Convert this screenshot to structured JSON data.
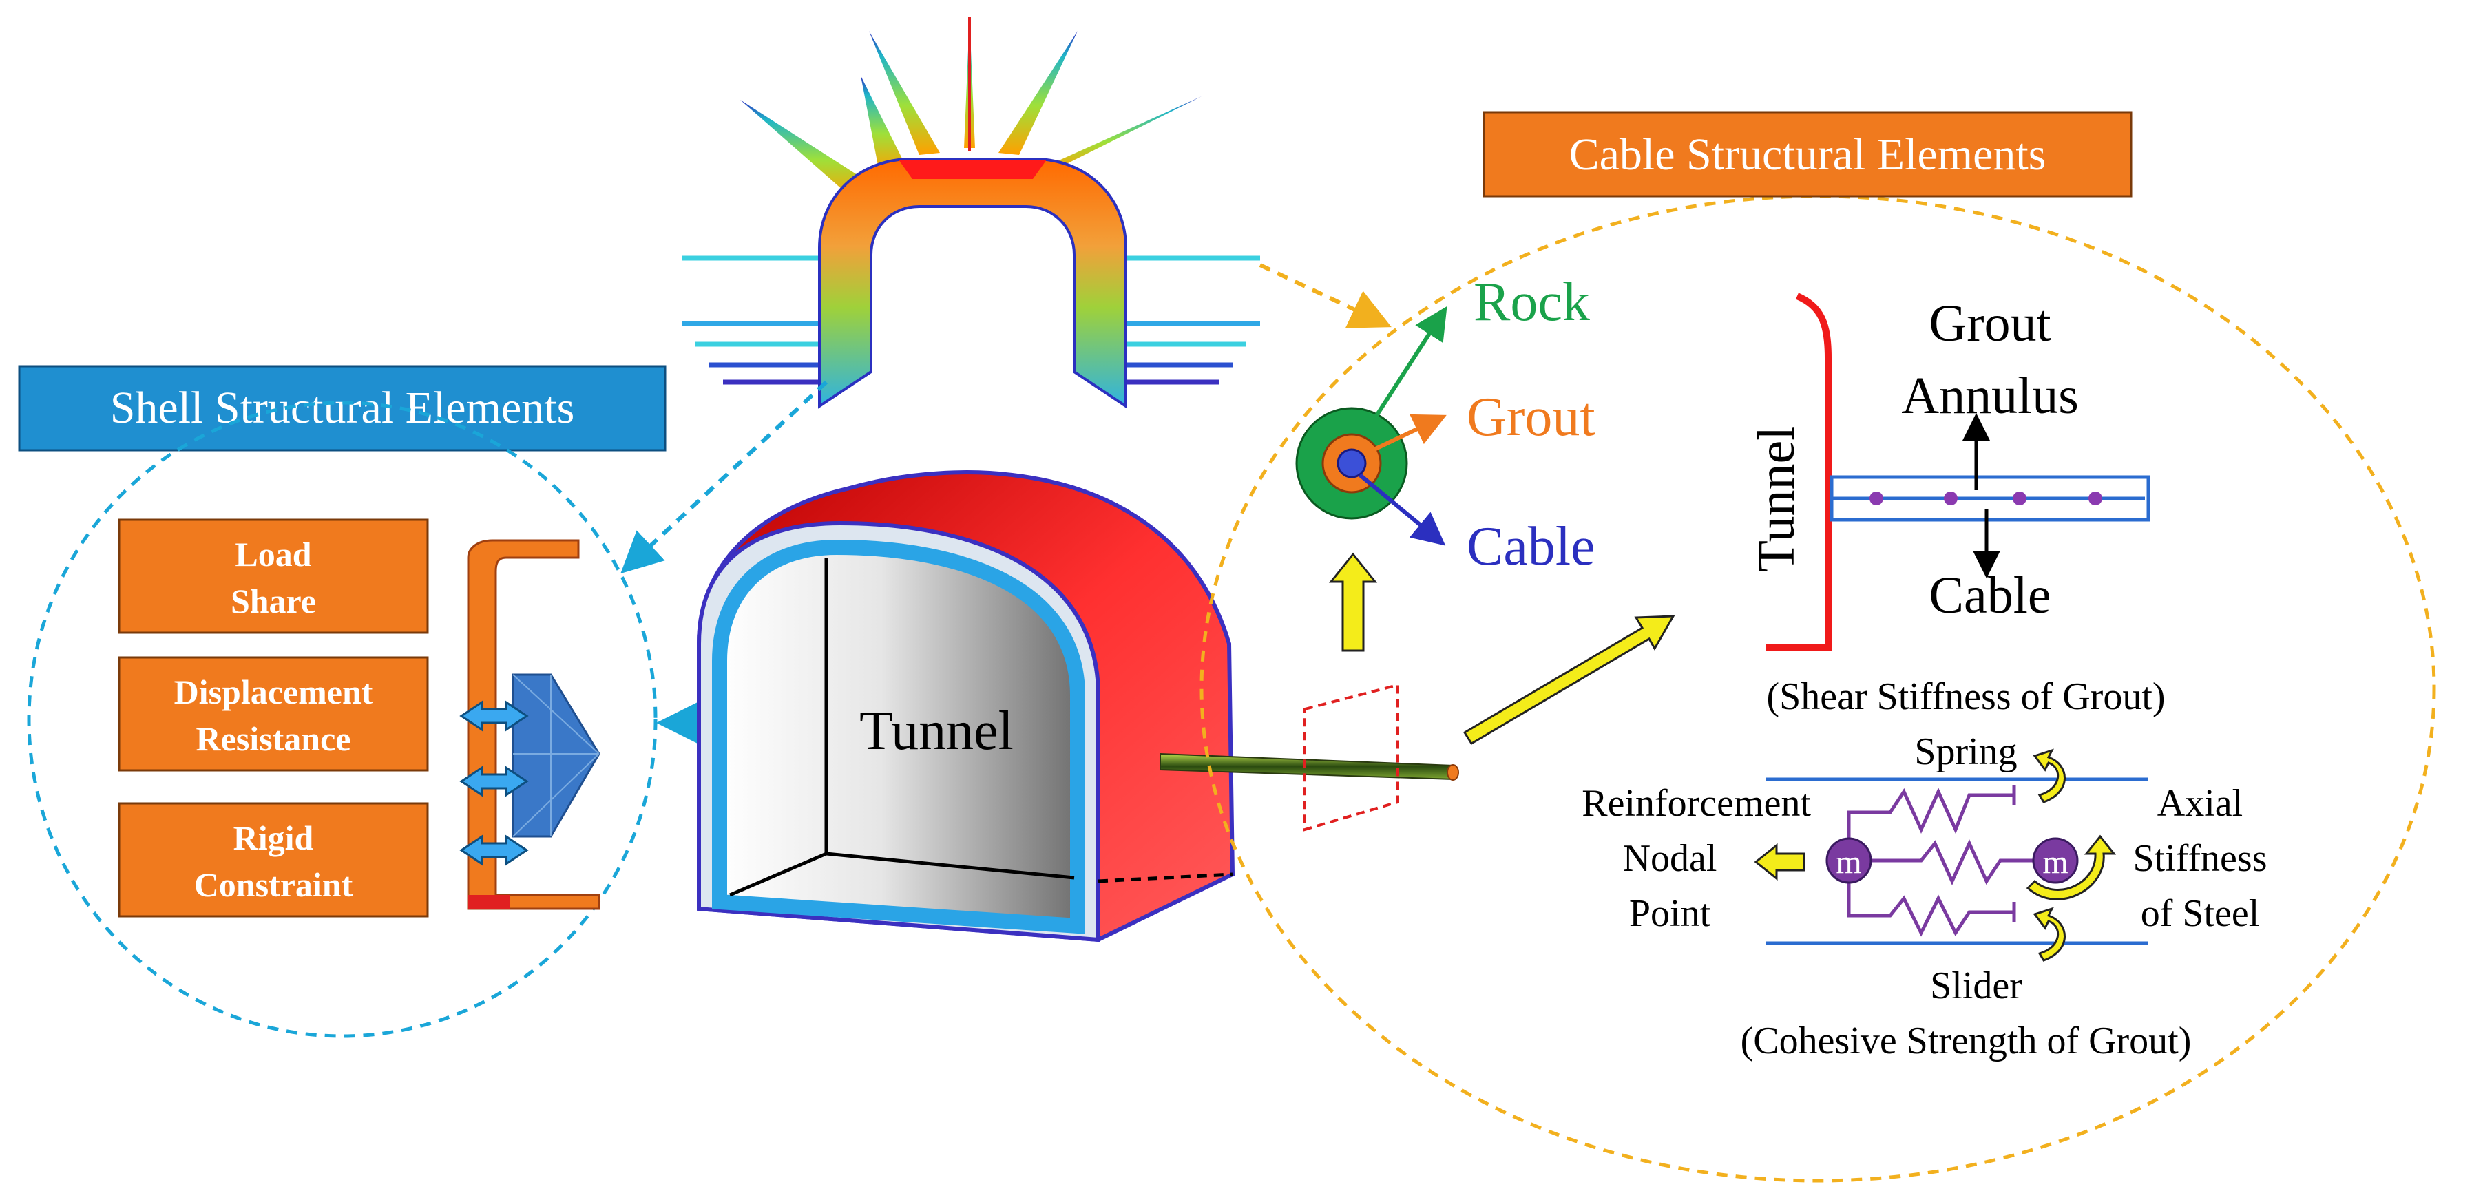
{
  "shell": {
    "title": "Shell Structural Elements",
    "boxes": [
      {
        "line1": "Load",
        "line2": "Share"
      },
      {
        "line1": "Displacement",
        "line2": "Resistance"
      },
      {
        "line1": "Rigid",
        "line2": "Constraint"
      }
    ]
  },
  "tunnel_label": "Tunnel",
  "cable_section": {
    "title": "Cable Structural Elements",
    "cross_section": {
      "rock": "Rock",
      "grout": "Grout",
      "cable": "Cable"
    },
    "schematic": {
      "tunnel": "Tunnel",
      "grout_line1": "Grout",
      "grout_line2": "Annulus",
      "cable": "Cable"
    },
    "mechanics": {
      "shear_label": "(Shear Stiffness of Grout)",
      "spring": "Spring",
      "reinforcement": "Reinforcement",
      "nodal": "Nodal",
      "point": "Point",
      "axial": "Axial",
      "stiffness": "Stiffness",
      "of_steel": "of Steel",
      "mass_symbol": "m",
      "slider": "Slider",
      "cohesive_label": "(Cohesive Strength of Grout)"
    }
  },
  "colors": {
    "shell_title_bg": "#1f8fd0",
    "cable_title_bg": "#f07a1e",
    "orange_box": "#f07a1e",
    "tunnel_red": "#ee2a2a",
    "tunnel_blue": "#2aa4e6",
    "rock_green": "#1aa24a",
    "grout_orange": "#f07a1e",
    "cable_blue": "#2b2fbf",
    "yellow_arrow": "#f4ec1a",
    "purple": "#7a3aa0"
  }
}
